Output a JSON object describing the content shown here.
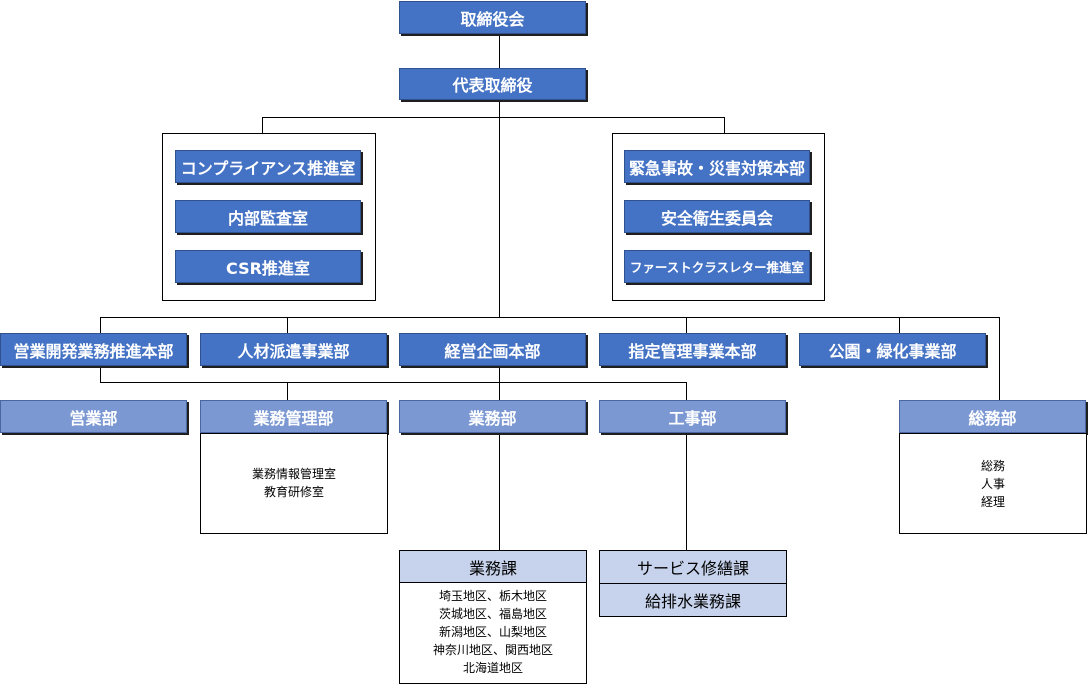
{
  "top": {
    "board": "取締役会",
    "ceo": "代表取締役"
  },
  "left_group": [
    "コンプライアンス推進室",
    "内部監査室",
    "CSR推進室"
  ],
  "right_group": [
    "緊急事故・災害対策本部",
    "安全衛生委員会",
    "ファーストクラスレター推進室"
  ],
  "divisions": [
    "営業開発業務推進本部",
    "人材派遣事業部",
    "経営企画本部",
    "指定管理事業本部",
    "公園・緑化事業部"
  ],
  "departments": {
    "sales": "営業部",
    "biz_mgmt": {
      "title": "業務管理部",
      "items": [
        "業務情報管理室",
        "教育研修室"
      ]
    },
    "operations": "業務部",
    "construction": "工事部",
    "general": {
      "title": "総務部",
      "items": [
        "総務",
        "人事",
        "経理"
      ]
    }
  },
  "sections": {
    "operations_section": {
      "title": "業務課",
      "items": [
        "埼玉地区、栃木地区",
        "茨城地区、福島地区",
        "新潟地区、山梨地区",
        "神奈川地区、関西地区",
        "北海道地区"
      ]
    },
    "service_repair": "サービス修繕課",
    "plumbing": "給排水業務課"
  },
  "colors": {
    "primary": "#4472c4",
    "secondary": "#7b98d2",
    "pale": "#c7d3ec"
  }
}
